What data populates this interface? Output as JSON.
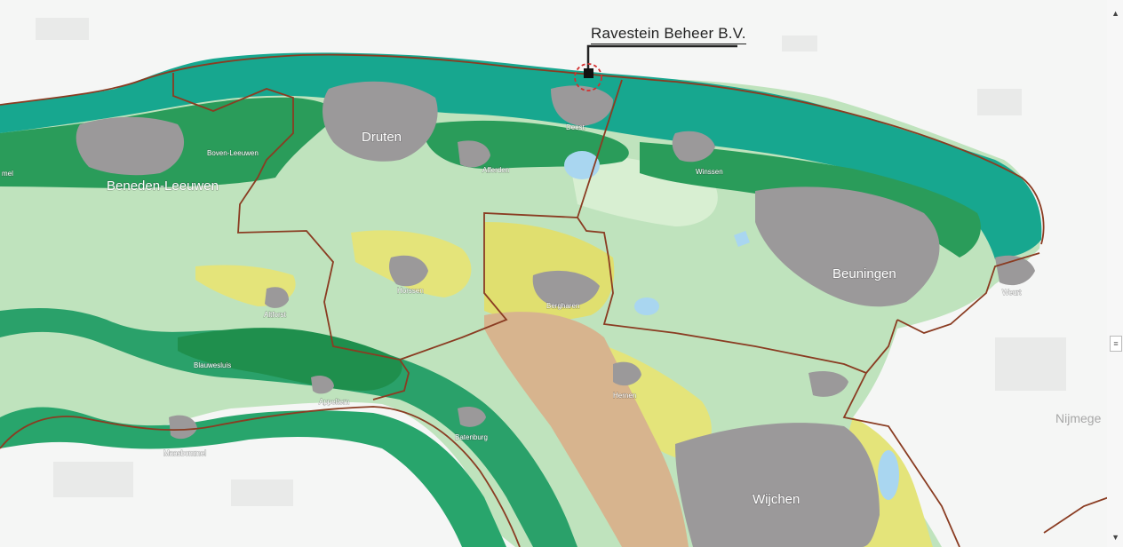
{
  "map": {
    "callout": {
      "label": "Ravestein Beheer B.V."
    },
    "places": {
      "druten": "Druten",
      "beneden_leeuwen": "Beneden-Leeuwen",
      "boven_leeuwen": "Boven-Leeuwen",
      "afferden": "Afferden",
      "deest": "Deest",
      "weurt_wamel": "mel",
      "winssen": "Winssen",
      "beuningen": "Beuningen",
      "weurt": "Weurt",
      "horssen": "Horssen",
      "altforst": "Altforst",
      "bergharen": "Bergharen",
      "blauwesluis": "Blauwesluis",
      "appeltern": "Appeltern",
      "hernen": "Hernen",
      "batenburg": "Batenburg",
      "maasbommel": "Maasbommel",
      "wijchen": "Wijchen",
      "nijmegen": "Nijmege"
    },
    "colors": {
      "floodplain_teal": "#19a58e",
      "dark_green": "#2e9d5c",
      "mid_green": "#43b06a",
      "light_green": "#b9e2b8",
      "pale_green": "#d3eccf",
      "yellow": "#e3e37a",
      "tan": "#d6b48f",
      "urban_gray": "#9c9a9b",
      "boundary": "#8a3c22",
      "callout_marker": "#d32f2f"
    }
  },
  "scrollbar": {
    "up_icon": "▲",
    "down_icon": "▼",
    "grip_icon": "≡"
  }
}
